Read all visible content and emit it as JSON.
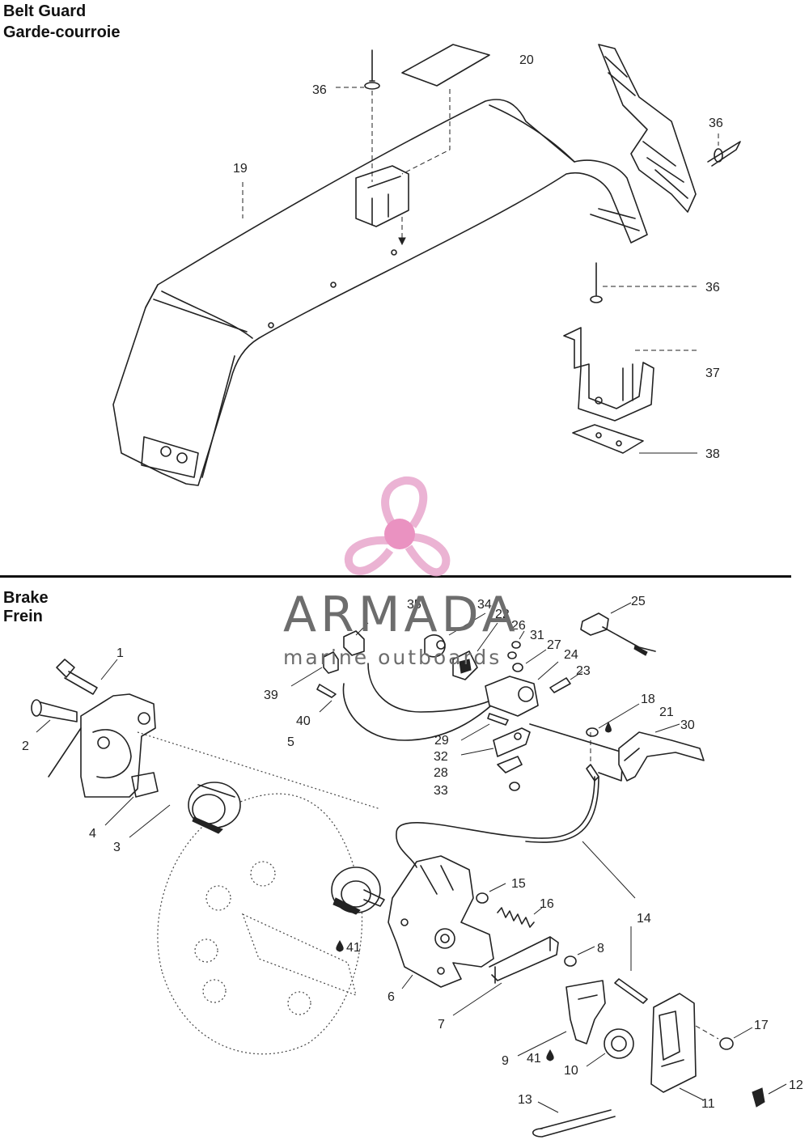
{
  "sections": {
    "belt_guard": {
      "title_en": "Belt Guard",
      "title_fr": "Garde-courroie"
    },
    "brake": {
      "title_en": "Brake",
      "title_fr": "Frein"
    }
  },
  "watermark": {
    "brand": "ARMADA",
    "tagline": "marine outboards",
    "logo_color": "#e8a6cc",
    "logo_hub_color": "#e77fb7",
    "text_color": "#6d6d6d"
  },
  "callouts": {
    "c36a": "36",
    "c20": "20",
    "c36b": "36",
    "c19": "19",
    "c36c": "36",
    "c37": "37",
    "c38": "38",
    "c35": "35",
    "c34": "34",
    "c22": "22",
    "c26": "26",
    "c31": "31",
    "c27": "27",
    "c25": "25",
    "c24": "24",
    "c23": "23",
    "c1": "1",
    "c39": "39",
    "c18": "18",
    "c21": "21",
    "c40": "40",
    "c30": "30",
    "c5": "5",
    "c29": "29",
    "c2": "2",
    "c32": "32",
    "c28": "28",
    "c33": "33",
    "c4": "4",
    "c3": "3",
    "c15": "15",
    "c16": "16",
    "c14": "14",
    "c41a": "41",
    "c8": "8",
    "c6": "6",
    "c7": "7",
    "c17": "17",
    "c9": "9",
    "c41b": "41",
    "c10": "10",
    "c12": "12",
    "c13": "13",
    "c11": "11"
  }
}
